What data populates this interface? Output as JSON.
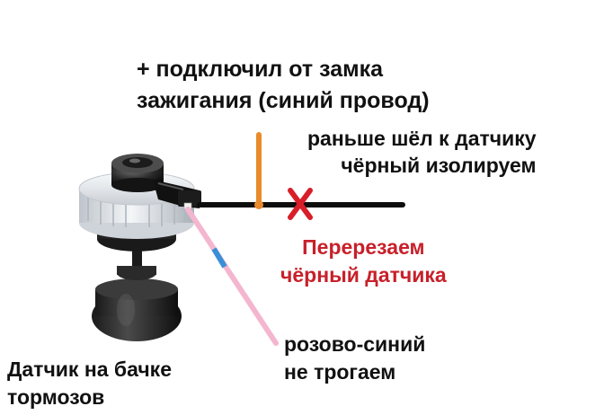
{
  "annotations": {
    "ignition": {
      "line1": "+ подключил от замка",
      "line2": "зажигания (синий провод)"
    },
    "old_wire": {
      "line1": "раньше шёл к датчику",
      "line2": "чёрный изолируем"
    },
    "cut": {
      "line1": "Перерезаем",
      "line2": "чёрный датчика"
    },
    "pink_blue": {
      "line1": "розово-синий",
      "line2": "не трогаем"
    },
    "sensor": {
      "line1": "Датчик на бачке",
      "line2": "тормозов"
    }
  },
  "colors": {
    "text": "#111111",
    "cut_text": "#c8202a",
    "cut_mark": "#d81e28",
    "black_wire": "#0d0d0d",
    "orange_wire": "#e98a2b",
    "pink_wire": "#f4b6cf",
    "blue_stripe": "#3a8fd8"
  },
  "icons": {
    "cut_mark": "red-x-cut-icon",
    "sensor": "brake-fluid-sensor-image"
  }
}
